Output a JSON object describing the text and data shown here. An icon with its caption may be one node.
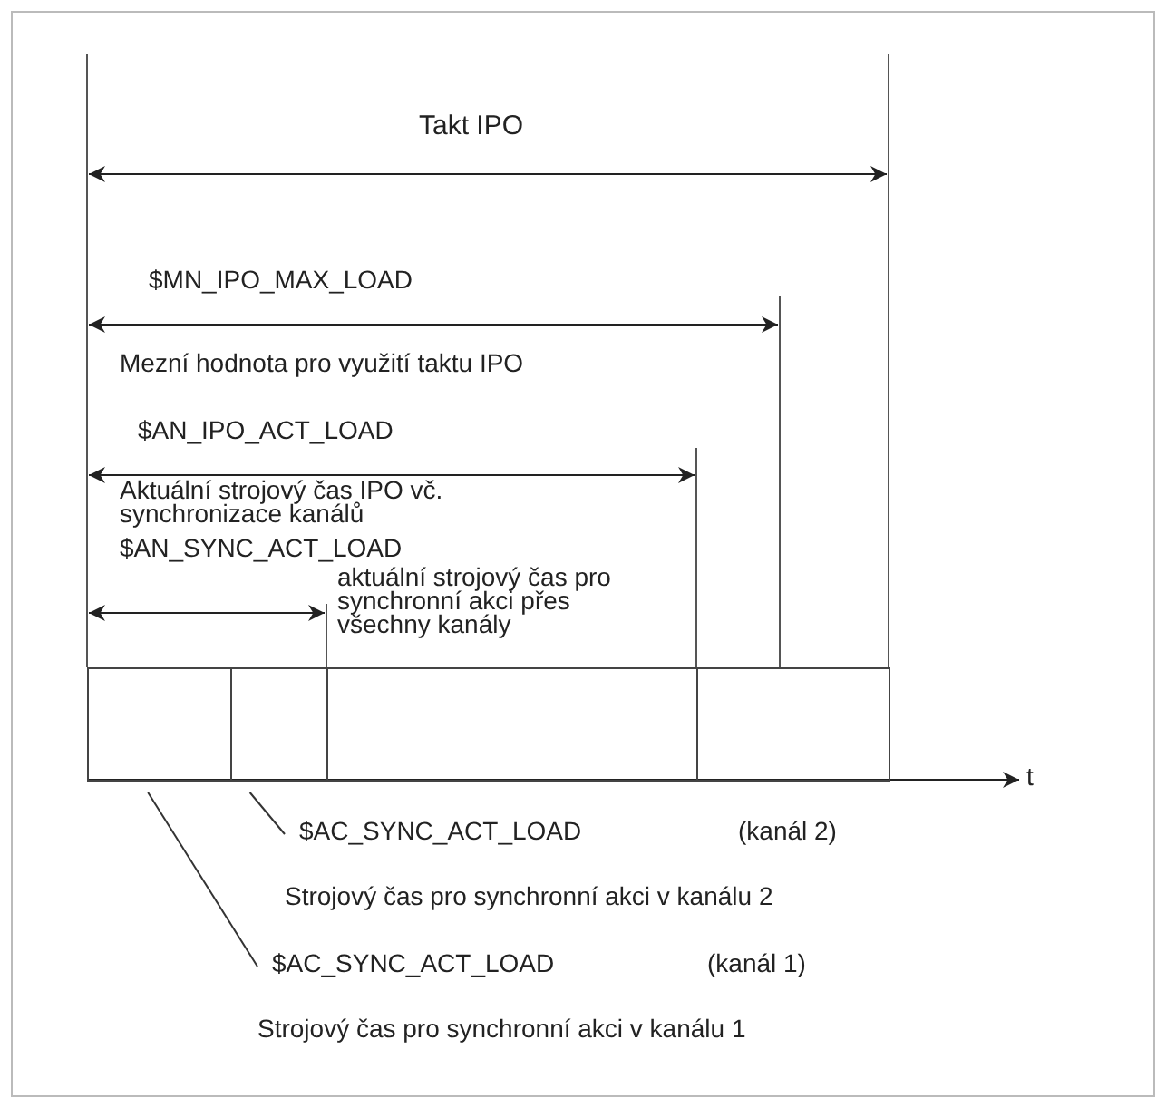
{
  "diagram": {
    "nodes": [
      {
        "text": [],
        "shape": "box"
      },
      {
        "text": [],
        "shape": "box"
      },
      {
        "text": [],
        "shape": "box"
      },
      {
        "text": [],
        "shape": "box"
      },
      {
        "text": [
          "$AC_SYNC_ACT_LOAD",
          "(kanál 2)",
          "Strojový čas pro synchronní akci v kanálu 2"
        ]
      },
      {
        "text": [
          "$AC_SYNC_ACT_LOAD",
          "(kanál 1)",
          "Strojový čas pro synchronní akci v kanálu 1"
        ]
      }
    ],
    "edges": [
      {
        "from": 4,
        "to": 1,
        "arrow": "none"
      },
      {
        "from": 5,
        "to": 0,
        "arrow": "none"
      }
    ],
    "labels": [
      "Takt IPO",
      "$MN_IPO_MAX_LOAD",
      "Mezní hodnota pro využití taktu IPO",
      "$AN_IPO_ACT_LOAD",
      "Aktuální strojový čas IPO vč. synchronizace kanálů",
      "$AN_SYNC_ACT_LOAD",
      "aktuální strojový čas pro synchronní akci přes všechny kanály",
      "t"
    ]
  }
}
